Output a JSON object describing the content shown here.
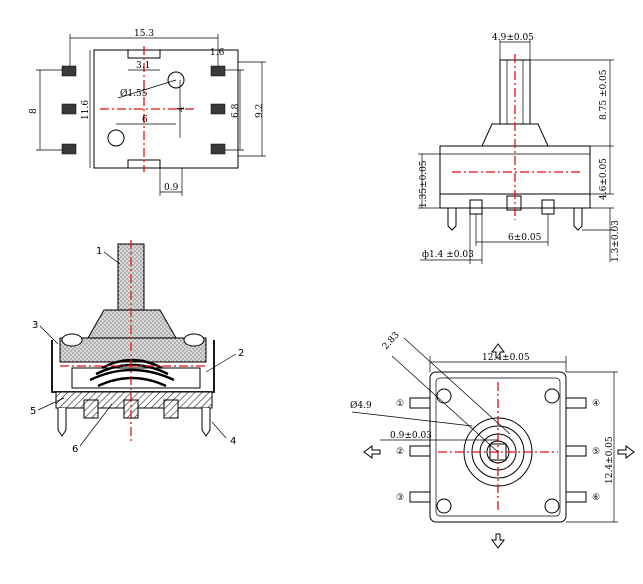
{
  "footprint": {
    "d_width": "15.3",
    "d_pad": "1.6",
    "d_hole_spacing": "3.1",
    "d_hole": "Ø1.55",
    "d_h1": "8",
    "d_h2": "11.6",
    "d_h3": "6.8",
    "d_h4": "9.2",
    "d_h5": "6",
    "d_h6": "4",
    "d_foot": "0.9"
  },
  "side": {
    "d_shaft": "4.9±0.05",
    "d_shaft_h": "8.75 ±0.05",
    "d_body_h": "4.6±0.05",
    "d_base": "1.35±0.05",
    "d_pin_pitch": "6±0.05",
    "d_pin": "ф1.4 ±0.03",
    "d_leg": "1.3±0.03"
  },
  "section": {
    "labels": [
      "1",
      "2",
      "3",
      "4",
      "5",
      "6"
    ]
  },
  "top": {
    "d_width": "12.4±0.05",
    "d_height": "12.4±0.05",
    "d_diag": "2.83",
    "d_knob": "Ø4.9",
    "d_center": "0.9±0.03",
    "pins": [
      "①",
      "②",
      "③",
      "④",
      "⑤",
      "⑥"
    ]
  }
}
